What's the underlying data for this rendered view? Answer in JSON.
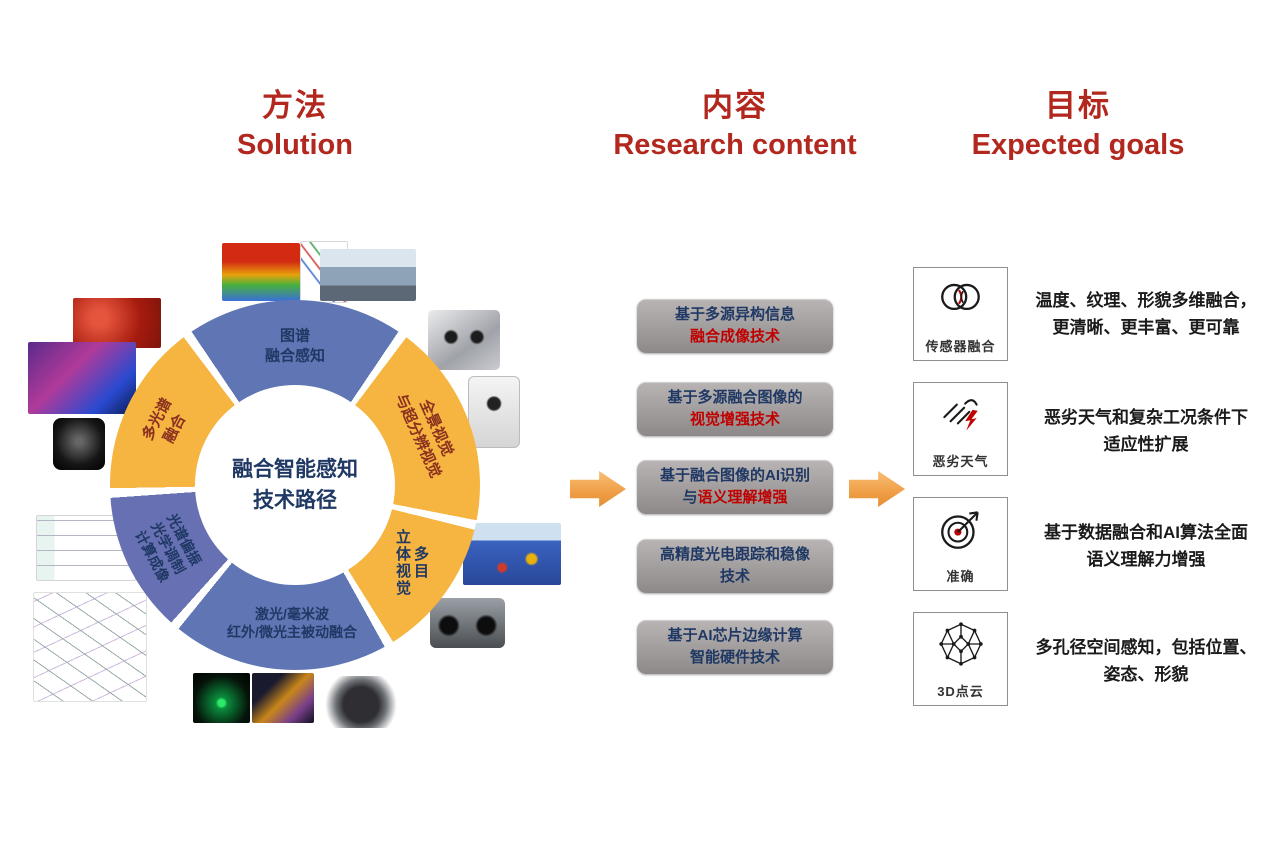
{
  "colors": {
    "accent": "#b3281e",
    "navy": "#1f3864",
    "maroon": "#8a3120",
    "red": "#c00000",
    "yellow": "#f6b440",
    "blue": "#6076b4",
    "blue2": "#6670b2",
    "orange": "#f09d45",
    "graybox_light": "#b9b5b5",
    "graybox_dark": "#8e8989"
  },
  "headers": {
    "solution": {
      "zh": "方法",
      "en": "Solution"
    },
    "content": {
      "zh": "内容",
      "en": "Research content"
    },
    "goals": {
      "zh": "目标",
      "en": "Expected goals"
    }
  },
  "ring": {
    "center_line1": "融合智能感知",
    "center_line2": "技术路径",
    "segments": [
      {
        "id": "map-spectrum-fusion",
        "line1": "图谱",
        "line2": "融合感知",
        "color": "blue"
      },
      {
        "id": "panoramic-superres",
        "line1": "全景视觉",
        "line2": "与超分辨视觉",
        "color": "yellow"
      },
      {
        "id": "multi-view-stereo",
        "line1": "多目",
        "line2": "立体视觉",
        "color": "yellow"
      },
      {
        "id": "laser-mmwave-ir-fusion",
        "line1": "激光/毫米波",
        "line2": "红外/微光主被动融合",
        "color": "blue"
      },
      {
        "id": "spectral-polarization-imaging",
        "line1": "光谱偏振",
        "line2": "光学调制",
        "line3": "计算成像",
        "color": "blue"
      },
      {
        "id": "multispectral-fusion",
        "line1": "多光谱",
        "line2": "融合",
        "color": "yellow"
      }
    ]
  },
  "research": {
    "boxes": [
      {
        "line1": "基于多源异构信息",
        "line2_plain": "",
        "line2_red": "融合成像技术"
      },
      {
        "line1": "基于多源融合图像的",
        "line2_plain": "",
        "line2_red": "视觉增强技术"
      },
      {
        "line1": "基于融合图像的AI识别",
        "line2_plain": "与",
        "line2_red": "语义理解增强"
      },
      {
        "line1": "高精度光电跟踪和稳像",
        "line2_plain": "技术",
        "line2_red": ""
      },
      {
        "line1": "基于AI芯片边缘计算",
        "line2_plain": "智能硬件技术",
        "line2_red": ""
      }
    ]
  },
  "goals": {
    "items": [
      {
        "icon": "sensor-fusion-venn-icon",
        "caption": "传感器融合",
        "text_line1": "温度、纹理、形貌多维融合，",
        "text_line2": "更清晰、更丰富、更可靠"
      },
      {
        "icon": "severe-weather-icon",
        "caption": "恶劣天气",
        "text_line1": "恶劣天气和复杂工况条件下",
        "text_line2": "适应性扩展"
      },
      {
        "icon": "accuracy-target-icon",
        "caption": "准确",
        "text_line1": "基于数据融合和AI算法全面",
        "text_line2": "语义理解力增强"
      },
      {
        "icon": "3d-pointcloud-icon",
        "caption": "3D点云",
        "text_line1": "多孔径空间感知，包括位置、",
        "text_line2": "姿态、形貌"
      }
    ]
  }
}
